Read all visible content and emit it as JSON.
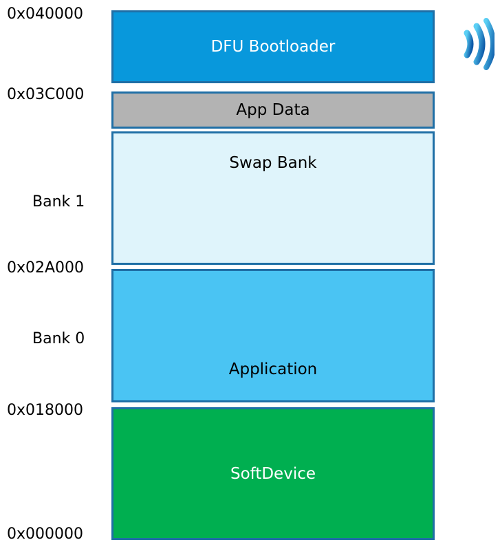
{
  "addresses": {
    "a040000": "0x040000",
    "a03c000": "0x03C000",
    "a02a000": "0x02A000",
    "a018000": "0x018000",
    "a000000": "0x000000"
  },
  "banks": {
    "bank1": "Bank 1",
    "bank0": "Bank 0"
  },
  "regions": {
    "dfu_bootloader": "DFU Bootloader",
    "app_data": "App Data",
    "swap_bank": "Swap Bank",
    "application": "Application",
    "softdevice": "SoftDevice"
  },
  "colors": {
    "dfu_bootloader": "#0898dc",
    "app_data": "#b3b3b3",
    "swap_bank": "#dff4fb",
    "application": "#4ac4f3",
    "softdevice": "#00af50",
    "border": "#1f6fa6"
  },
  "logo": {
    "icon": "nordic-wireless-icon"
  }
}
